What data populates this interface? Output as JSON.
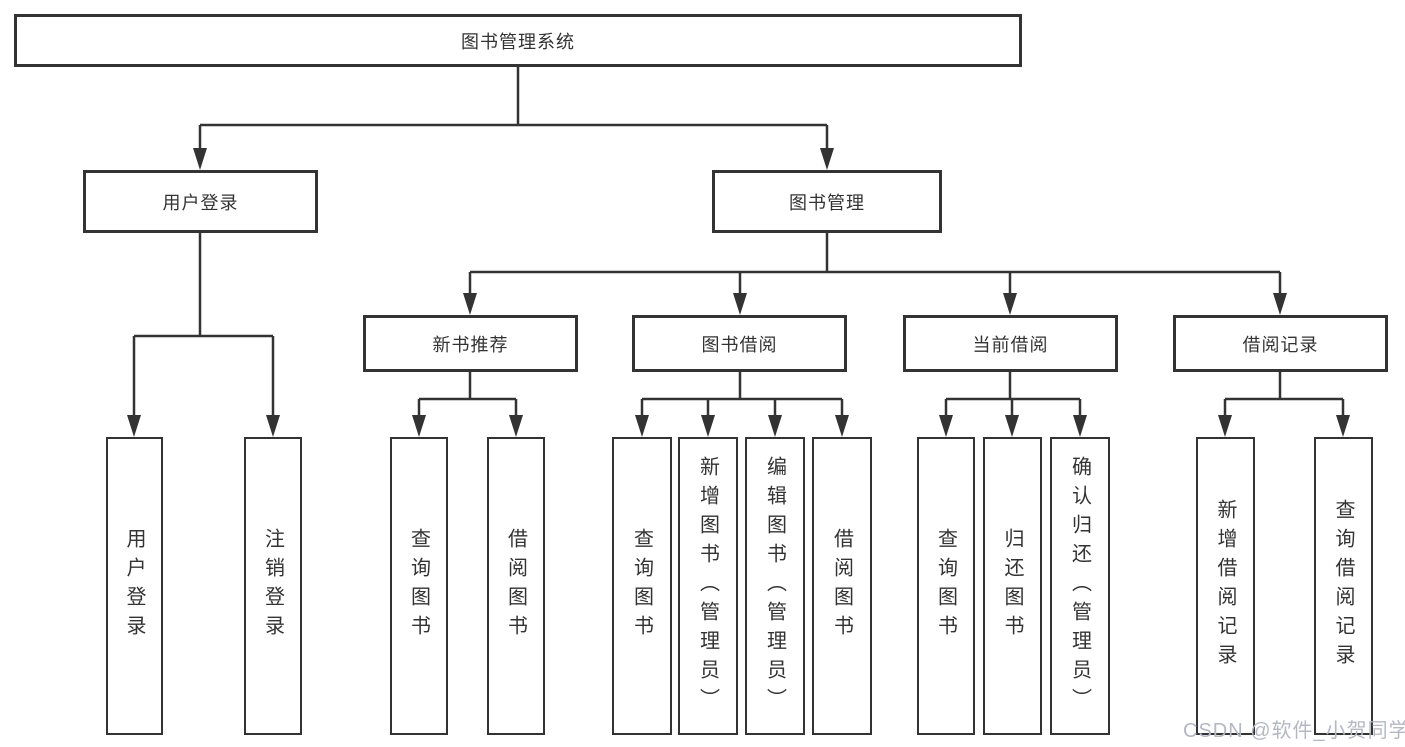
{
  "nodes": {
    "root": "图书管理系统",
    "level2": [
      "用户登录",
      "图书管理"
    ],
    "level3": [
      "新书推荐",
      "图书借阅",
      "当前借阅",
      "借阅记录"
    ],
    "leaves": {
      "user_login": [
        "用户登录",
        "注销登录"
      ],
      "new_book_recommend": [
        "查询图书",
        "借阅图书"
      ],
      "book_borrow": [
        "查询图书",
        "新增图书（管理员）",
        "编辑图书（管理员）",
        "借阅图书"
      ],
      "current_borrow": [
        "查询图书",
        "归还图书",
        "确认归还（管理员）"
      ],
      "borrow_record": [
        "新增借阅记录",
        "查询借阅记录"
      ]
    }
  },
  "watermark": "CSDN @软件_小贺同学",
  "colors": {
    "line": "#333333",
    "border": "#333333",
    "text": "#333333",
    "watermark": "#b4b8c2",
    "background": "#ffffff"
  }
}
